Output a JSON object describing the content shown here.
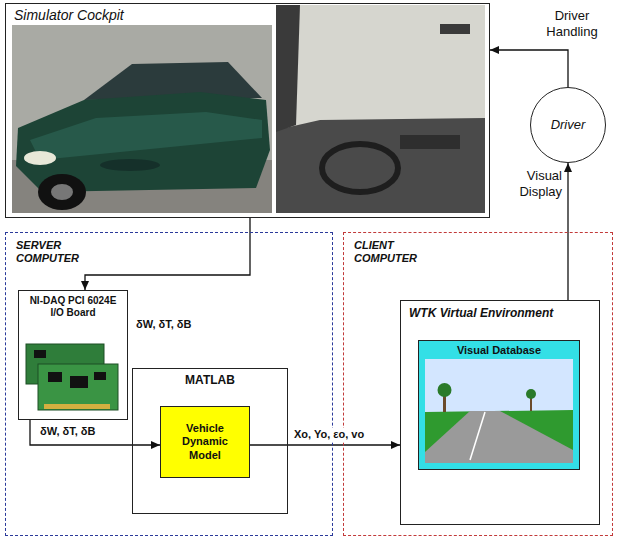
{
  "diagram": {
    "nodes": [
      {
        "text": [
          "Simulator Cockpit"
        ]
      },
      {
        "text": [
          "Driver"
        ]
      },
      {
        "text": [
          "SERVER COMPUTER"
        ]
      },
      {
        "text": [
          "NI-DAQ PCI 6024E I/O Board"
        ],
        "in": 2
      },
      {
        "text": [
          "MATLAB"
        ],
        "in": 2
      },
      {
        "text": [
          "Vehicle Dynamic Model"
        ],
        "in": 4
      },
      {
        "text": [
          "CLIENT COMPUTER"
        ]
      },
      {
        "text": [
          "WTK Virtual Environment"
        ],
        "in": 6
      },
      {
        "text": [
          "Visual Database"
        ],
        "in": 7
      }
    ],
    "edges": [
      {
        "from": 1,
        "to": 0,
        "label": "Driver Handling",
        "arrow": "to"
      },
      {
        "from": 0,
        "to": 3,
        "label": "δW, δT, δB",
        "arrow": "to"
      },
      {
        "from": 3,
        "to": 5,
        "label": "δW, δT, δB",
        "arrow": "to"
      },
      {
        "from": 5,
        "to": 7,
        "label": "Xo, Yo, εo, vo",
        "arrow": "to"
      },
      {
        "from": 7,
        "to": 1,
        "label": "Visual Display",
        "arrow": "to"
      }
    ]
  }
}
